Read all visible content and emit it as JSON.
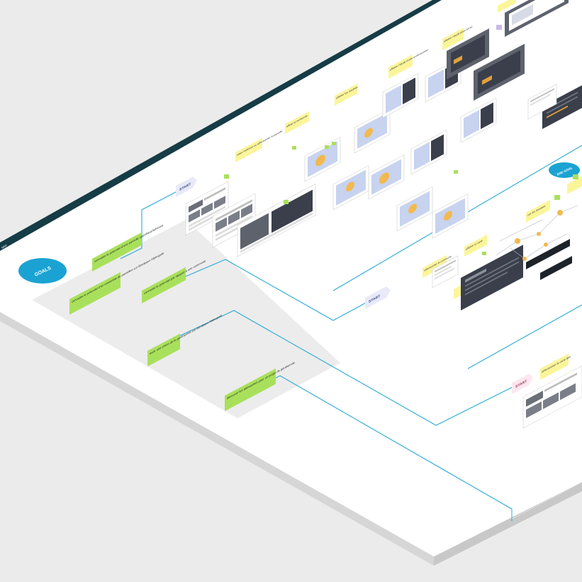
{
  "board": {
    "header_label": "MAP",
    "colors": {
      "background": "#ebebeb",
      "board": "#ffffff",
      "board_edge": "#d6d6d6",
      "header_band": "#163c46",
      "connector": "#29a9d4",
      "goal_badge": "#1aa3d2",
      "goal_note": "#a9e05b",
      "yellow_note": "#fbf59a",
      "start_tag": "#e9eaf8",
      "screen_dark": "#3a3f4b"
    }
  },
  "goals": {
    "badge_label": "GOALS",
    "items": [
      {
        "label": "connaitre le potentiel d'une parcelle spécifique/adresse"
      },
      {
        "label": "connaitre le potentiel d'un ensemble de parcelles sur Bordeaux Métropole"
      },
      {
        "label": "connaitre le potentiel par rapport à une commune"
      },
      {
        "label": "avoir une vision de la géothermie sur Bordeaux Métropole"
      },
      {
        "label": "découvrir les démarches pour un projet de géothermie"
      }
    ]
  },
  "start_tags": [
    {
      "label": "START"
    },
    {
      "label": "START"
    },
    {
      "label": "START"
    }
  ],
  "end_goal": {
    "label": "END GOAL"
  },
  "yellow_notes": [
    {
      "label": "saisir l'adresse ou sélectionner la parcelle"
    },
    {
      "label": "affiner la recherche"
    },
    {
      "label": "afficher les résultats"
    },
    {
      "label": "afficher l'étude mode professionnel"
    },
    {
      "label": "afficher l'étude plein écran"
    },
    {
      "label": "sélectionner la commune"
    },
    {
      "label": "afficher la carte"
    },
    {
      "label": "voir les données"
    },
    {
      "label": "sélectionner la carte BM"
    }
  ]
}
